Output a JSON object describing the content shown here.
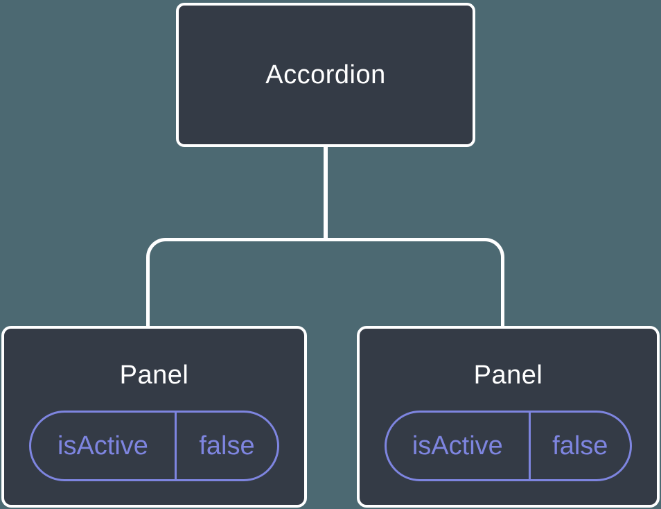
{
  "diagram": {
    "type": "component-tree",
    "root": {
      "label": "Accordion"
    },
    "children": [
      {
        "label": "Panel",
        "state": {
          "key": "isActive",
          "value": "false"
        }
      },
      {
        "label": "Panel",
        "state": {
          "key": "isActive",
          "value": "false"
        }
      }
    ],
    "colors": {
      "background": "#4C6972",
      "node_fill": "#343B46",
      "node_border": "#FFFFFF",
      "node_text": "#FFFFFF",
      "connector": "#FFFFFF",
      "state_accent": "#7E85E0"
    }
  }
}
